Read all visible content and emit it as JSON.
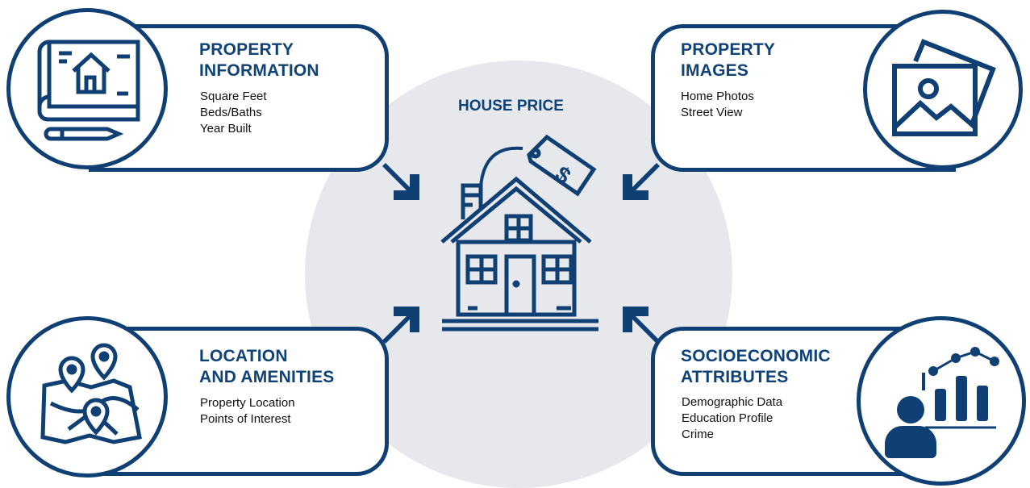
{
  "center": {
    "title": "HOUSE PRICE",
    "icon": "house-price-tag-icon"
  },
  "cards": {
    "property_information": {
      "title": "PROPERTY\nINFORMATION",
      "items": [
        "Square Feet",
        "Beds/Baths",
        "Year Built"
      ],
      "icon": "blueprint-house-icon"
    },
    "property_images": {
      "title": "PROPERTY\nIMAGES",
      "items": [
        "Home Photos",
        "Street View"
      ],
      "icon": "photos-icon"
    },
    "location_amenities": {
      "title": "LOCATION\nAND AMENITIES",
      "items": [
        "Property Location",
        "Points of Interest"
      ],
      "icon": "map-pins-icon"
    },
    "socioeconomic": {
      "title": "SOCIOECONOMIC\nATTRIBUTES",
      "items": [
        "Demographic Data",
        "Education Profile",
        "Crime"
      ],
      "icon": "person-chart-icon"
    }
  },
  "colors": {
    "primary": "#0f3f73",
    "background_circle": "#e7e8ec"
  }
}
